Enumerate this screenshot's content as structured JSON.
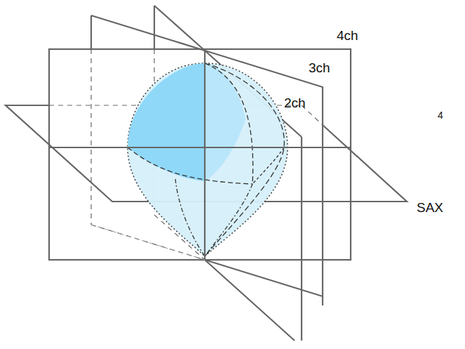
{
  "diagram": {
    "labels": [
      "4ch",
      "3ch",
      "2ch",
      "4",
      "SAX"
    ]
  }
}
